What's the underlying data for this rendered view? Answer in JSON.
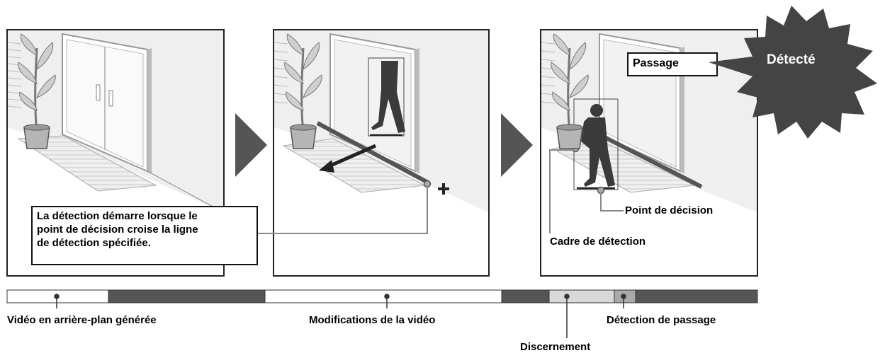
{
  "callout": {
    "line1": "La détection démarre lorsque le",
    "line2": "point de décision croise la ligne",
    "line3": "de détection spécifiée."
  },
  "panel3": {
    "passage": "Passage",
    "detected": "Détecté",
    "decision_point": "Point de décision",
    "detection_frame": "Cadre de détection"
  },
  "timeline": {
    "background_video": "Vidéo en arrière-plan générée",
    "video_changes": "Modifications de la vidéo",
    "passage_detection": "Détection de passage",
    "discernment": "Discernement"
  },
  "colors": {
    "dark_gray": "#555555",
    "light_gray": "#d9d9d9",
    "white": "#ffffff"
  }
}
